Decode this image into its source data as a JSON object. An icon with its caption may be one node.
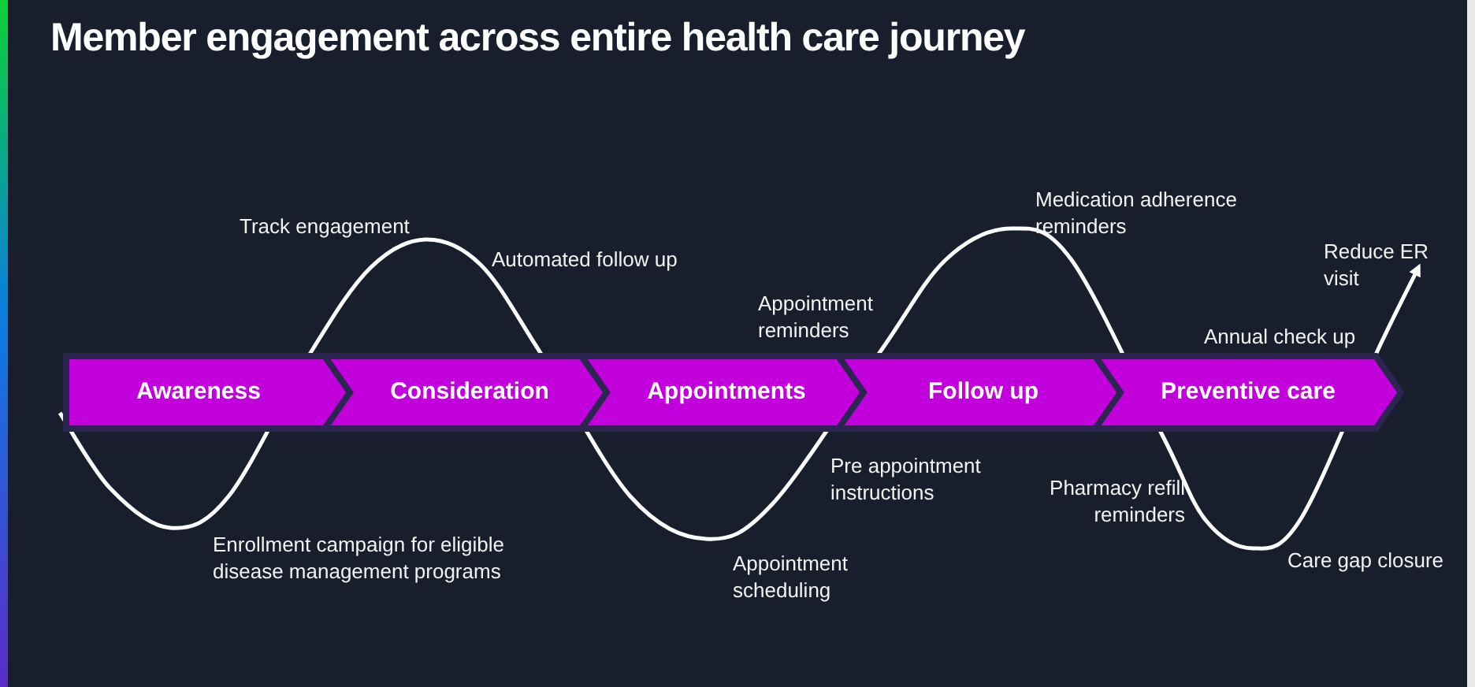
{
  "diagram": {
    "title": "Member engagement across entire health care journey",
    "nodes": [
      {
        "text": [
          "Awareness"
        ]
      },
      {
        "text": [
          "Consideration"
        ]
      },
      {
        "text": [
          "Appointments"
        ]
      },
      {
        "text": [
          "Follow up"
        ]
      },
      {
        "text": [
          "Preventive care"
        ]
      }
    ],
    "edges": [],
    "labels": [
      "Track engagement",
      "Automated follow up",
      "Enrollment campaign for eligible disease management programs",
      "Appointment reminders",
      "Appointment scheduling",
      "Pre appointment instructions",
      "Medication adherence reminders",
      "Pharmacy refill reminders",
      "Reduce ER visit",
      "Annual check up",
      "Care gap closure"
    ]
  }
}
